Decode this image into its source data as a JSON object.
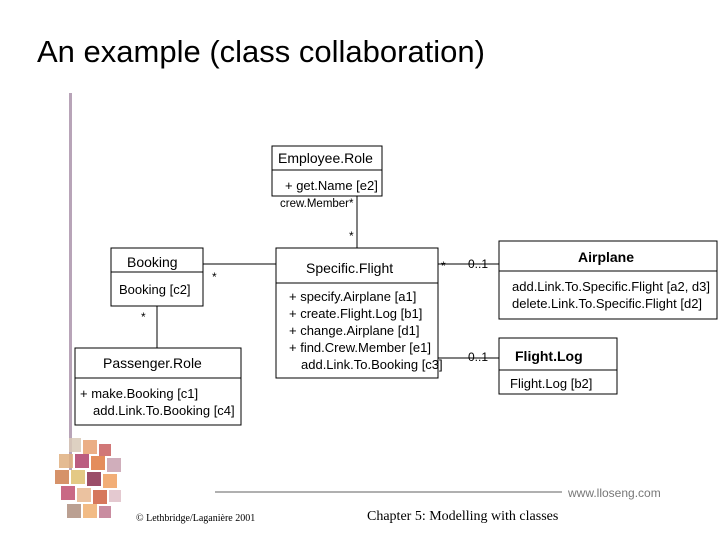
{
  "slide": {
    "title": "An example (class collaboration)",
    "copyright": "© Lethbridge/Laganière 2001",
    "chapter": "Chapter 5: Modelling with classes",
    "site": "www.lloseng.com"
  },
  "diagram": {
    "employee_role": {
      "name": "Employee.Role",
      "operations": [
        "+ get.Name [e2]"
      ],
      "role_label": "crew.Member*"
    },
    "booking": {
      "name": "Booking",
      "operations": [
        "Booking [c2]"
      ]
    },
    "passenger_role": {
      "name": "Passenger.Role",
      "operations": [
        "+ make.Booking [c1]",
        "add.Link.To.Booking [c4]"
      ]
    },
    "specific_flight": {
      "name": "Specific.Flight",
      "operations": [
        "+ specify.Airplane [a1]",
        "+ create.Flight.Log [b1]",
        "+ change.Airplane [d1]",
        "+ find.Crew.Member [e1]",
        "add.Link.To.Booking [c3]"
      ]
    },
    "airplane": {
      "name": "Airplane",
      "operations": [
        "add.Link.To.Specific.Flight [a2, d3]",
        "delete.Link.To.Specific.Flight [d2]"
      ]
    },
    "flight_log": {
      "name": "Flight.Log",
      "operations": [
        "Flight.Log [b2]"
      ]
    },
    "multiplicities": {
      "crew_to_flight": "*",
      "booking_to_flight": "*",
      "booking_to_passenger": "*",
      "flight_to_airplane_flight_end": "*",
      "flight_to_airplane_airplane_end": "0..1",
      "flight_to_log_log_end": "0..1"
    }
  }
}
